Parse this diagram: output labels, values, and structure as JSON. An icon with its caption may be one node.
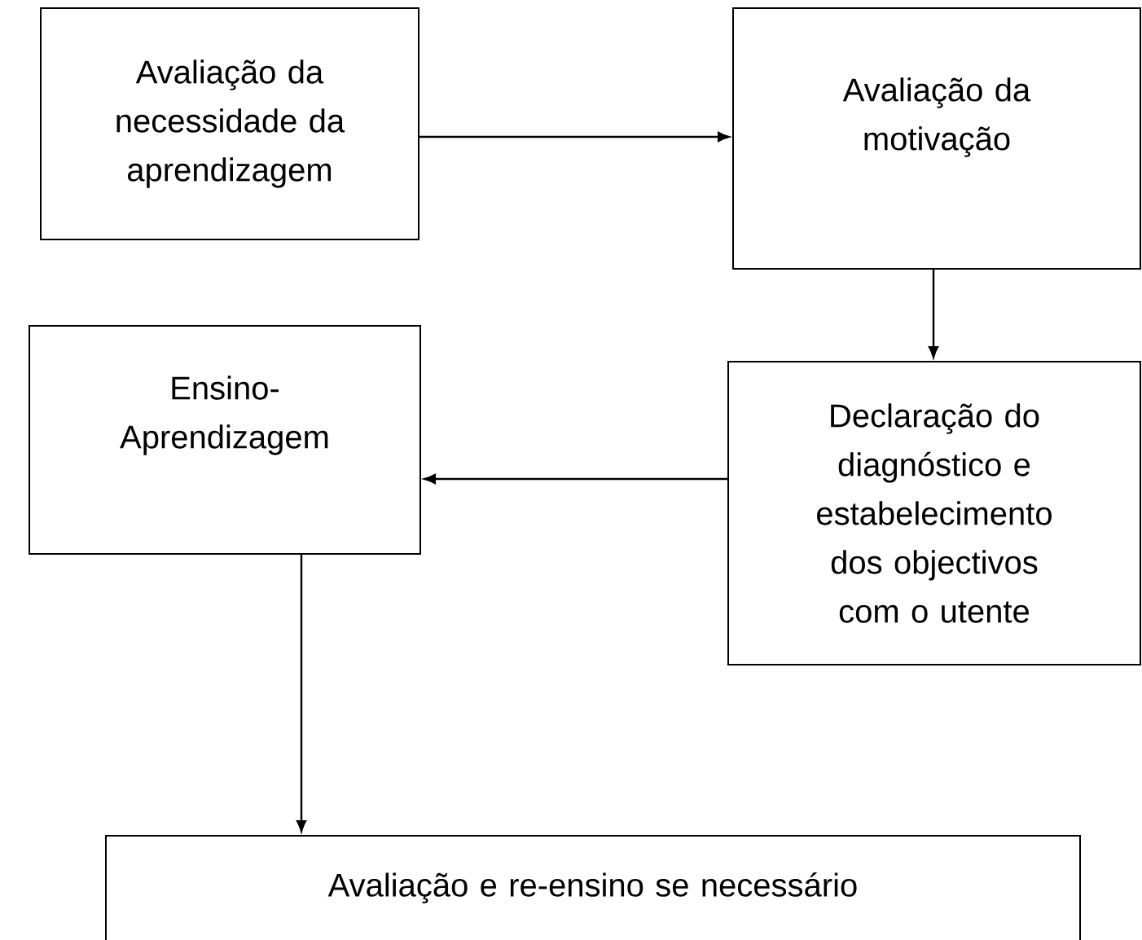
{
  "diagram": {
    "nodes": [
      {
        "text": [
          "Avaliação da necessidade da aprendizagem"
        ]
      },
      {
        "text": [
          "Avaliação da motivação"
        ]
      },
      {
        "text": [
          "Ensino-Aprendizagem"
        ]
      },
      {
        "text": [
          "Declaração do diagnóstico e estabelecimento dos objectivos com o utente"
        ]
      },
      {
        "text": [
          "Avaliação e re-ensino se necessário"
        ]
      }
    ],
    "edges": [
      {
        "from": 0,
        "to": 1,
        "arrow": "to"
      },
      {
        "from": 1,
        "to": 3,
        "arrow": "to"
      },
      {
        "from": 3,
        "to": 2,
        "arrow": "to"
      },
      {
        "from": 2,
        "to": 4,
        "arrow": "to"
      }
    ]
  }
}
